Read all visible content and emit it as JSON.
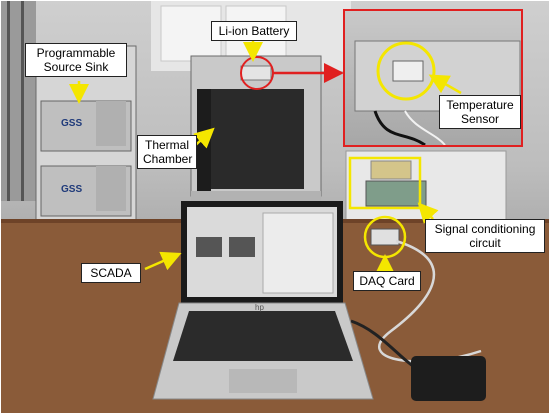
{
  "labels": {
    "programmable_source_sink_line1": "Programmable",
    "programmable_source_sink_line2": "Source Sink",
    "li_ion_battery": "Li-ion Battery",
    "thermal_chamber_line1": "Thermal",
    "thermal_chamber_line2": "Chamber",
    "temperature_sensor_line1": "Temperature",
    "temperature_sensor_line2": "Sensor",
    "signal_conditioning_line1": "Signal conditioning",
    "signal_conditioning_line2": "circuit",
    "scada": "SCADA",
    "daq_card": "DAQ Card"
  },
  "equipment_text": {
    "rack_brand_top": "GSS",
    "rack_brand_bottom": "GSS",
    "laptop_brand": "hp"
  },
  "colors": {
    "annotation_arrow": "#f4e600",
    "inset_border": "#e02020",
    "highlight_circle": "#f4e600",
    "highlight_box": "#f4e600",
    "table_wood": "#8a5b39"
  }
}
